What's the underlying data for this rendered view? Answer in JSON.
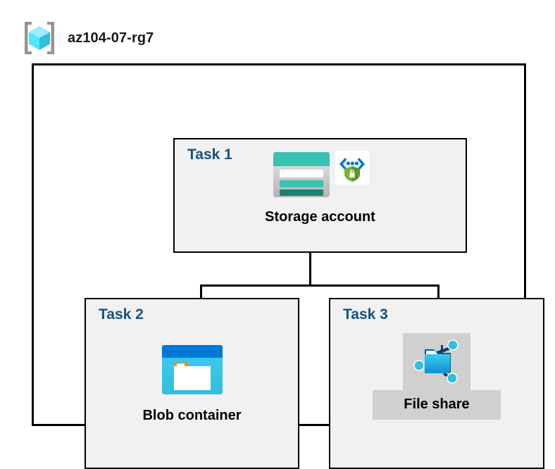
{
  "resource_group": {
    "name": "az104-07-rg7",
    "icon": "azure-resource-group-icon"
  },
  "diagram": {
    "type": "architecture-hierarchy",
    "container_label": "resource-group-boundary",
    "nodes": [
      {
        "id": "task-1",
        "task_label": "Task 1",
        "caption": "Storage account",
        "icons": [
          "storage-account-icon",
          "storage-security-shield-icon"
        ],
        "highlighted": false
      },
      {
        "id": "task-2",
        "task_label": "Task 2",
        "caption": "Blob container",
        "icons": [
          "blob-container-icon"
        ],
        "highlighted": false
      },
      {
        "id": "task-3",
        "task_label": "Task 3",
        "caption": "File share",
        "icons": [
          "file-share-icon"
        ],
        "highlighted": true
      }
    ],
    "connections": [
      {
        "from": "task-1",
        "to": "task-2"
      },
      {
        "from": "task-1",
        "to": "task-3"
      }
    ]
  },
  "colors": {
    "task_label": "#15537E",
    "caption": "#000000",
    "box_fill": "#F1F1F1",
    "box_border": "#000000",
    "canvas": "#FFFFFF",
    "highlight": "#D0D0D0",
    "storage_teal": "#37C2B1",
    "storage_teal_dark": "#1E7F73",
    "blob_blue": "#0078D4",
    "blob_cyan": "#32BEDD",
    "blob_accent_orange": "#F78D1E",
    "shield_green": "#5E9624",
    "cube_cyan": "#50E6FF",
    "bracket_gray": "#949494"
  }
}
